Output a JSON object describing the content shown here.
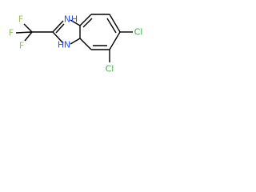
{
  "molecule": {
    "atoms": {
      "f_top": "F",
      "f_left": "F",
      "f_bottom": "F",
      "n_top": "N",
      "n_bottom": "N",
      "h_top": "H",
      "h_bottom": "H",
      "cl_right": "Cl",
      "cl_bottom": "Cl"
    },
    "colors": {
      "fluorine": "#90c060",
      "nitrogen": "#3050f8",
      "chlorine": "#3cb043",
      "bond": "#000000"
    }
  }
}
